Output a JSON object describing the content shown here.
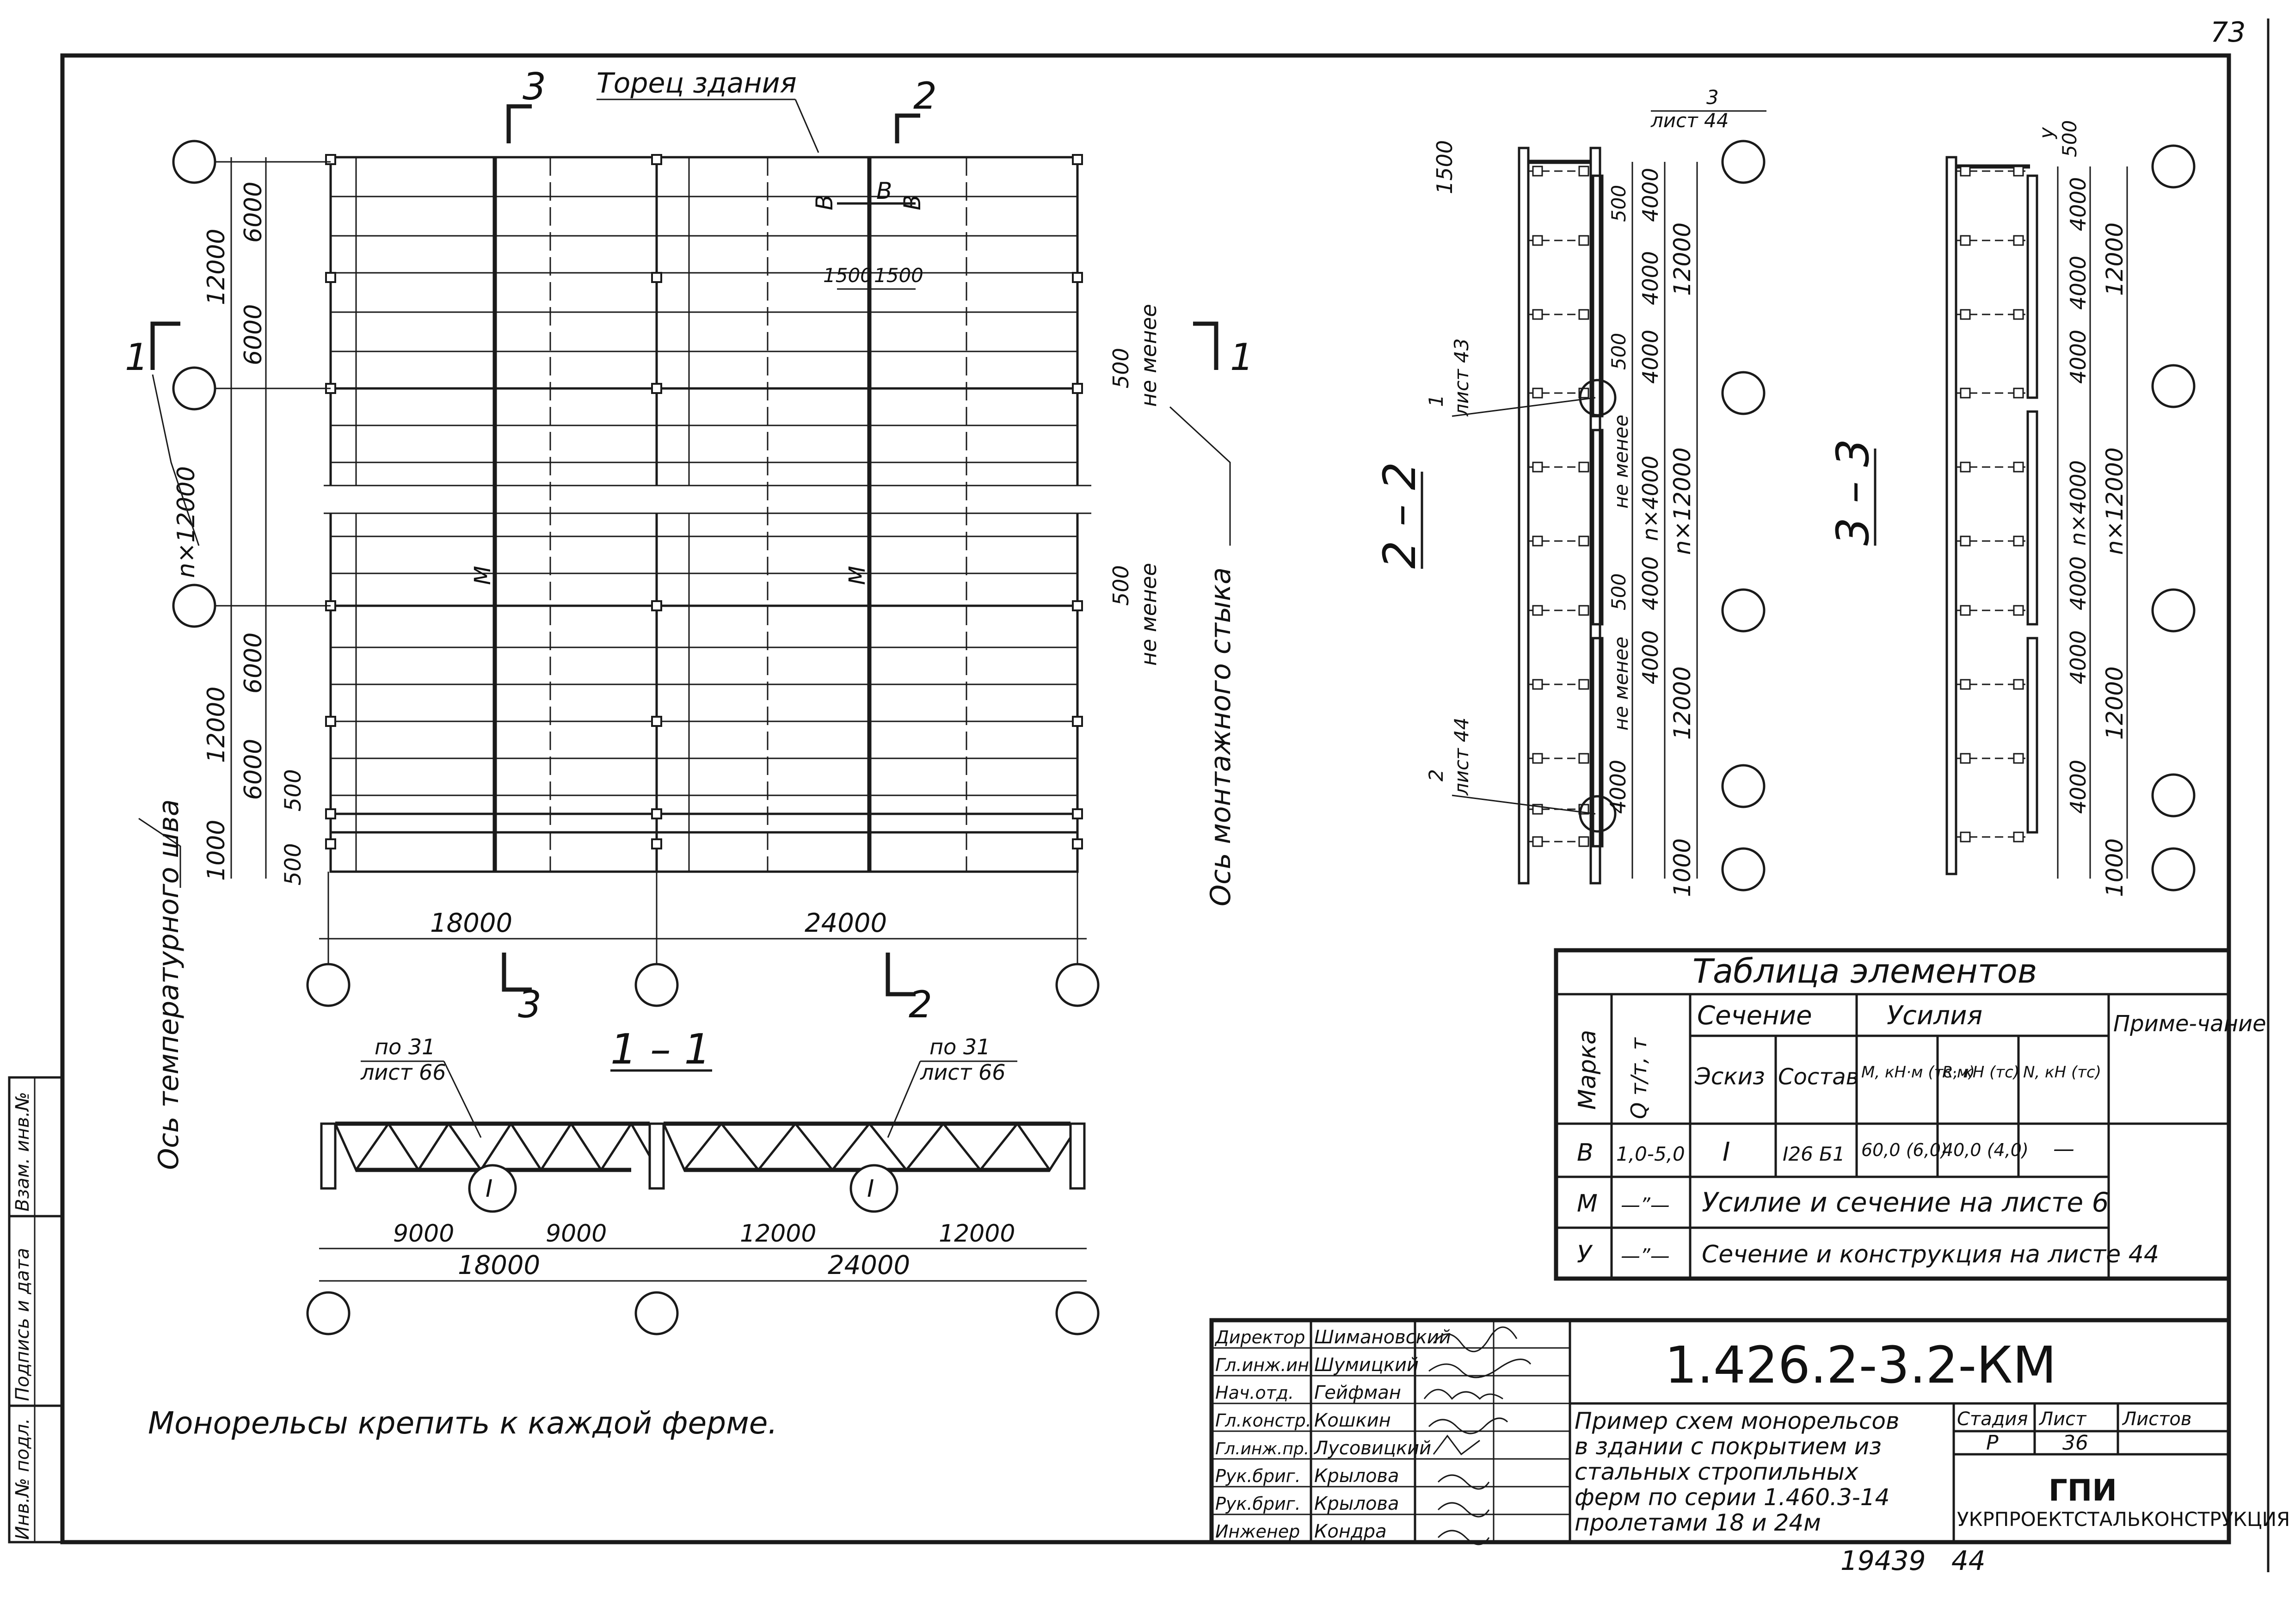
{
  "page_number": "73",
  "plan": {
    "end_wall_label": "Торец здания",
    "section_marks": {
      "s1": "1",
      "s2": "2",
      "s3": "3"
    },
    "left_dims": [
      "12000",
      "6000",
      "6000",
      "n×12000",
      "12000",
      "6000",
      "6000",
      "1000",
      "500",
      "500"
    ],
    "detail_b": {
      "label": "В",
      "dim_a": "1500",
      "dim_b": "1500"
    },
    "monorail_mark": "М",
    "note_500": "500",
    "note_not_less": "не менее",
    "temp_joint_axis": "Ось температурного шва",
    "assembly_joint_axis": "Ось монтажного стыка",
    "spans": [
      "18000",
      "24000"
    ]
  },
  "section_11": {
    "title": "1 – 1",
    "callout_left": {
      "top": "по 31",
      "bottom": "лист 66"
    },
    "callout_right": {
      "top": "по 31",
      "bottom": "лист 66"
    },
    "truss_mark": "I",
    "panel_dims": [
      "9000",
      "9000",
      "12000",
      "12000"
    ],
    "spans": [
      "18000",
      "24000"
    ]
  },
  "section_22": {
    "title": "2 – 2",
    "node_1": {
      "num": "1",
      "sheet": "лист 43"
    },
    "node_2": {
      "num": "2",
      "sheet": "лист 44"
    },
    "node_3": {
      "num": "3",
      "sheet": "лист 44"
    },
    "dims": [
      "1500",
      "500",
      "4000",
      "4000",
      "12000",
      "500",
      "4000",
      "n×4000",
      "n×12000",
      "500",
      "4000",
      "4000",
      "12000",
      "4000",
      "1000"
    ],
    "not_less": "не менее"
  },
  "section_33": {
    "title": "3 – 3",
    "node_y": "у",
    "dims": [
      "500",
      "4000",
      "4000",
      "12000",
      "4000",
      "n×4000",
      "n×12000",
      "4000",
      "4000",
      "12000",
      "4000",
      "1000"
    ]
  },
  "table": {
    "title": "Таблица элементов",
    "headers": {
      "mark": "Марка",
      "load": "Q т/т, т",
      "section": "Сечение",
      "sketch": "Эскиз",
      "composition": "Состав",
      "forces": "Усилия",
      "m": "М, кН·м (тс·м)",
      "r": "R, кН (тс)",
      "n": "N, кН (тс)",
      "note": "Приме-чание"
    },
    "rows": [
      {
        "mark": "В",
        "load": "1,0-5,0",
        "sketch": "I",
        "composition": "I26 Б1",
        "m": "60,0 (6,0)",
        "r": "40,0 (4,0)",
        "n": "—"
      },
      {
        "mark": "М",
        "load": "—”—",
        "text": "Усилие и сечение на листе 6"
      },
      {
        "mark": "У",
        "load": "—”—",
        "text": "Сечение и конструкция на листе 44"
      }
    ]
  },
  "note": "Монорельсы крепить к каждой ферме.",
  "stamp": {
    "signatories": [
      {
        "role": "Директор",
        "name": "Шимановский"
      },
      {
        "role": "Гл.инж.ин",
        "name": "Шумицкий"
      },
      {
        "role": "Нач.отд.",
        "name": "Гейфман"
      },
      {
        "role": "Гл.констр.",
        "name": "Кошкин"
      },
      {
        "role": "Гл.инж.пр.",
        "name": "Лусовицкий"
      },
      {
        "role": "Рук.бриг.",
        "name": "Крылова"
      },
      {
        "role": "Рук.бриг.",
        "name": "Крылова"
      },
      {
        "role": "Инженер",
        "name": "Кондра"
      }
    ],
    "code": "1.426.2-3.2-КМ",
    "description": [
      "Пример схем монорельсов",
      "в здании с покрытием из",
      "стальных стропильных",
      "ферм по серии 1.460.3-14",
      "пролетами 18 и 24м"
    ],
    "stage_label": "Стадия",
    "sheet_label": "Лист",
    "sheets_label": "Листов",
    "stage": "Р",
    "sheet": "36",
    "org_short": "ГПИ",
    "org_full": "УКРПРОЕКТСТАЛЬКОНСТРУКЦИЯ"
  },
  "side_stamp": [
    "Инв.№ подл.",
    "Подпись и дата",
    "Взам. инв.№"
  ],
  "bottom_numbers": "19439   44"
}
